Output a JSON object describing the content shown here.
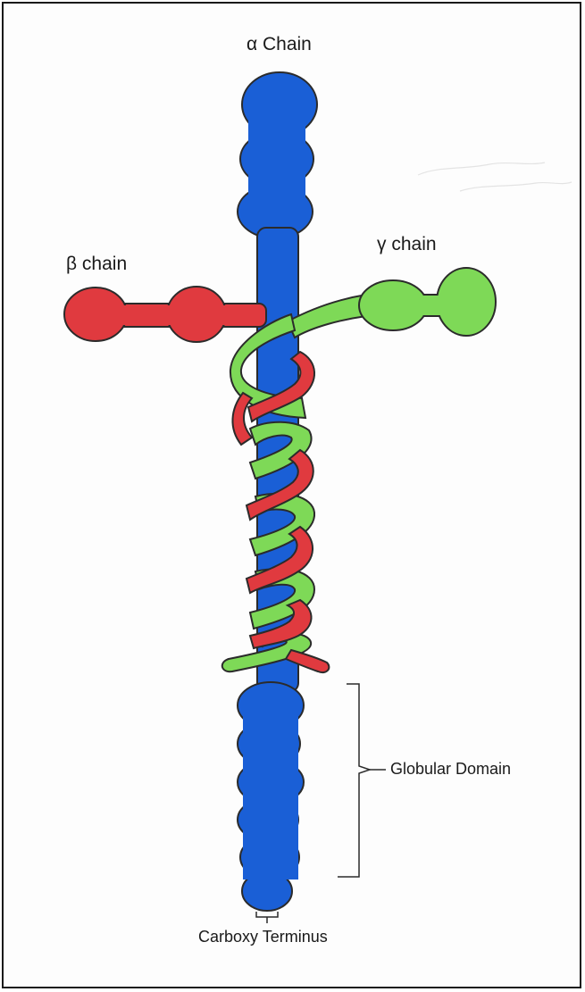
{
  "labels": {
    "alpha": "α Chain",
    "beta": "β chain",
    "gamma": "γ chain",
    "globular": "Globular Domain",
    "carboxy": "Carboxy Terminus"
  },
  "colors": {
    "alpha_chain": "#1a5fd6",
    "beta_chain": "#e03a3f",
    "gamma_chain": "#7ed957",
    "outline": "#2b2b2b",
    "background": "#ffffff"
  }
}
